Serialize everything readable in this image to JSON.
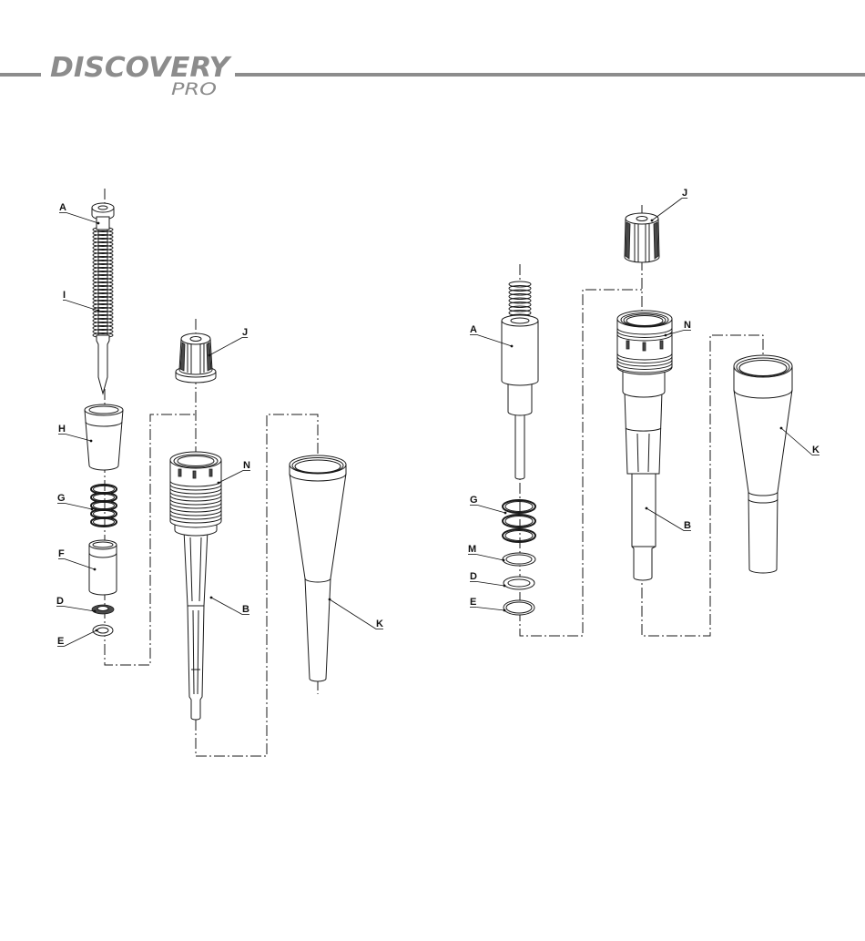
{
  "header": {
    "brand": "DISCOVERY",
    "model": "PRO"
  },
  "colors": {
    "logo": "#8c8c8c",
    "line_art": "#1a1a1a",
    "background": "#ffffff"
  },
  "left_assembly": {
    "callouts": [
      "A",
      "I",
      "J",
      "H",
      "N",
      "G",
      "F",
      "D",
      "B",
      "E",
      "K"
    ]
  },
  "right_assembly": {
    "callouts": [
      "J",
      "A",
      "N",
      "K",
      "G",
      "B",
      "M",
      "D",
      "E"
    ]
  }
}
